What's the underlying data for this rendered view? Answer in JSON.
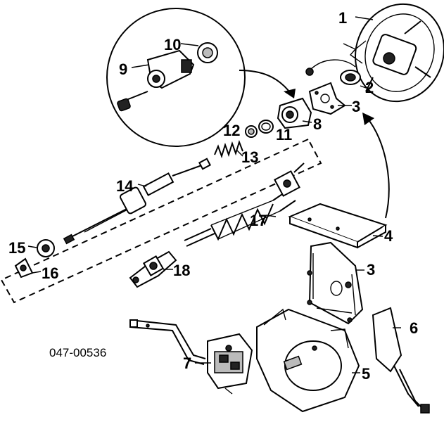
{
  "diagram": {
    "part_code": "047-00536",
    "callouts": {
      "c1": "1",
      "c2": "2",
      "c3a": "3",
      "c3b": "3",
      "c4": "4",
      "c5": "5",
      "c6": "6",
      "c7": "7",
      "c8": "8",
      "c9": "9",
      "c10": "10",
      "c11": "11",
      "c12": "12",
      "c13": "13",
      "c14": "14",
      "c15": "15",
      "c16": "16",
      "c17": "17",
      "c18": "18"
    }
  }
}
